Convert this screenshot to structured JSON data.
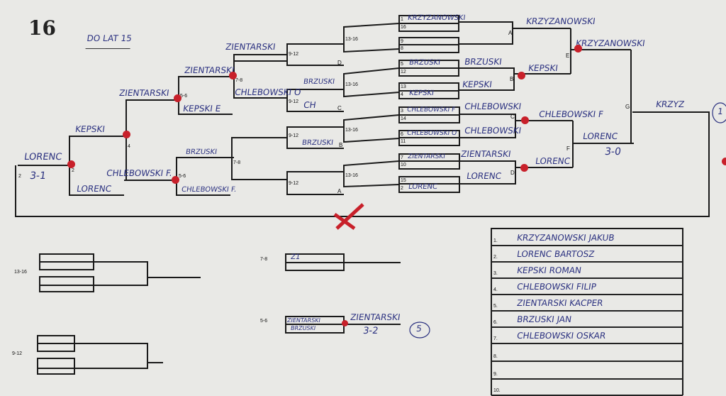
{
  "header": {
    "sheet_number": "16",
    "category": "DO LAT 15"
  },
  "main_bracket": {
    "seeds": [
      {
        "seed": "1",
        "name": "KRZYZANOWSKI"
      },
      {
        "seed": "16",
        "name": ""
      },
      {
        "seed": "9",
        "name": ""
      },
      {
        "seed": "8",
        "name": ""
      },
      {
        "seed": "5",
        "name": "BRZUSKI"
      },
      {
        "seed": "12",
        "name": ""
      },
      {
        "seed": "13",
        "name": ""
      },
      {
        "seed": "4",
        "name": "KEPSKI"
      },
      {
        "seed": "3",
        "name": "CHLEBOWSKI F"
      },
      {
        "seed": "14",
        "name": ""
      },
      {
        "seed": "6",
        "name": "CHLEBOWSKI O"
      },
      {
        "seed": "11",
        "name": ""
      },
      {
        "seed": "7",
        "name": "ZIENTARSKI"
      },
      {
        "seed": "10",
        "name": ""
      },
      {
        "seed": "15",
        "name": ""
      },
      {
        "seed": "2",
        "name": "LORENC"
      }
    ],
    "match_labels": [
      "A",
      "B",
      "C",
      "D",
      "E",
      "F",
      "G"
    ],
    "round1_winners": {
      "a": "KRZYZANOWSKI",
      "b_top": "BRZUSKI",
      "b_bottom": "KEPSKI",
      "c_top": "CHLEBOWSKI",
      "c_bottom": "CHLEBOWSKI",
      "d_top": "ZIENTARSKI",
      "d_bottom": "LORENC"
    },
    "round2": {
      "e_top": "KRZYZANOWSKI",
      "e_bottom": "KEPSKI",
      "f_top": "CHLEBOWSKI F",
      "f_bottom": "LORENC"
    },
    "semis": {
      "e_winner": "KRZYZANOWSKI",
      "f_winner": "LORENC",
      "f_score": "3-0"
    },
    "final": {
      "winner": "KRZYZ",
      "place": "1"
    },
    "loser_labels": [
      "13-16",
      "13-16",
      "13-16",
      "13-16"
    ]
  },
  "consolation": {
    "r912": {
      "labels": [
        "9-12",
        "9-12",
        "9-12",
        "9-12"
      ],
      "d": "ZIENTARSKI",
      "c_top": "BRZUSKI",
      "c_bottom": "CH",
      "b": "BRZUSKI",
      "d_label": "D",
      "c_label": "C",
      "b_label": "B",
      "a_label": "A"
    },
    "r78": {
      "labels": [
        "7-8",
        "7-8"
      ],
      "top_top": "ZIENTARSKI",
      "top_bottom": "CHLEBOWSKI O",
      "bottom_top": "BRZUSKI",
      "bottom_bottom": "CHLEBOWSKI F."
    },
    "r56": {
      "labels": [
        "5-6",
        "5-6"
      ],
      "top_top": "ZIENTARSKI",
      "top_bottom": "KEPSKI E",
      "bottom_top": "CHLEBOWSKI F.",
      "bottom_bottom": "CHLEBOWSKI F."
    },
    "r4": {
      "label": "4",
      "winner": "KEPSKI",
      "lower": "CHLEBOWSKI"
    },
    "r2": {
      "label": "2",
      "winner": "LORENC",
      "score": "3-1",
      "lower": "LORENC"
    }
  },
  "bottom_brackets": {
    "b1316": {
      "label": "13-16"
    },
    "b912": {
      "label": "9-12"
    },
    "b78": {
      "label": "7-8",
      "entry": "Z1"
    },
    "b56": {
      "label": "5-6",
      "top": "ZIENTARSKI",
      "bottom": "BRZUSKI",
      "winner": "ZIENTARSKI",
      "score": "3-2",
      "place": "5"
    }
  },
  "standings": [
    {
      "n": "1.",
      "name": "KRZYZANOWSKI JAKUB"
    },
    {
      "n": "2.",
      "name": "LORENC BARTOSZ"
    },
    {
      "n": "3.",
      "name": "KEPSKI ROMAN"
    },
    {
      "n": "4.",
      "name": "CHLEBOWSKI FILIP"
    },
    {
      "n": "5.",
      "name": "ZIENTARSKI KACPER"
    },
    {
      "n": "6.",
      "name": "BRZUSKI JAN"
    },
    {
      "n": "7.",
      "name": "CHLEBOWSKI OSKAR"
    },
    {
      "n": "8.",
      "name": ""
    },
    {
      "n": "9.",
      "name": ""
    },
    {
      "n": "10.",
      "name": ""
    }
  ],
  "colors": {
    "ink": "#2b3180",
    "marker": "#c8202a",
    "paper": "#e9e9e6"
  }
}
